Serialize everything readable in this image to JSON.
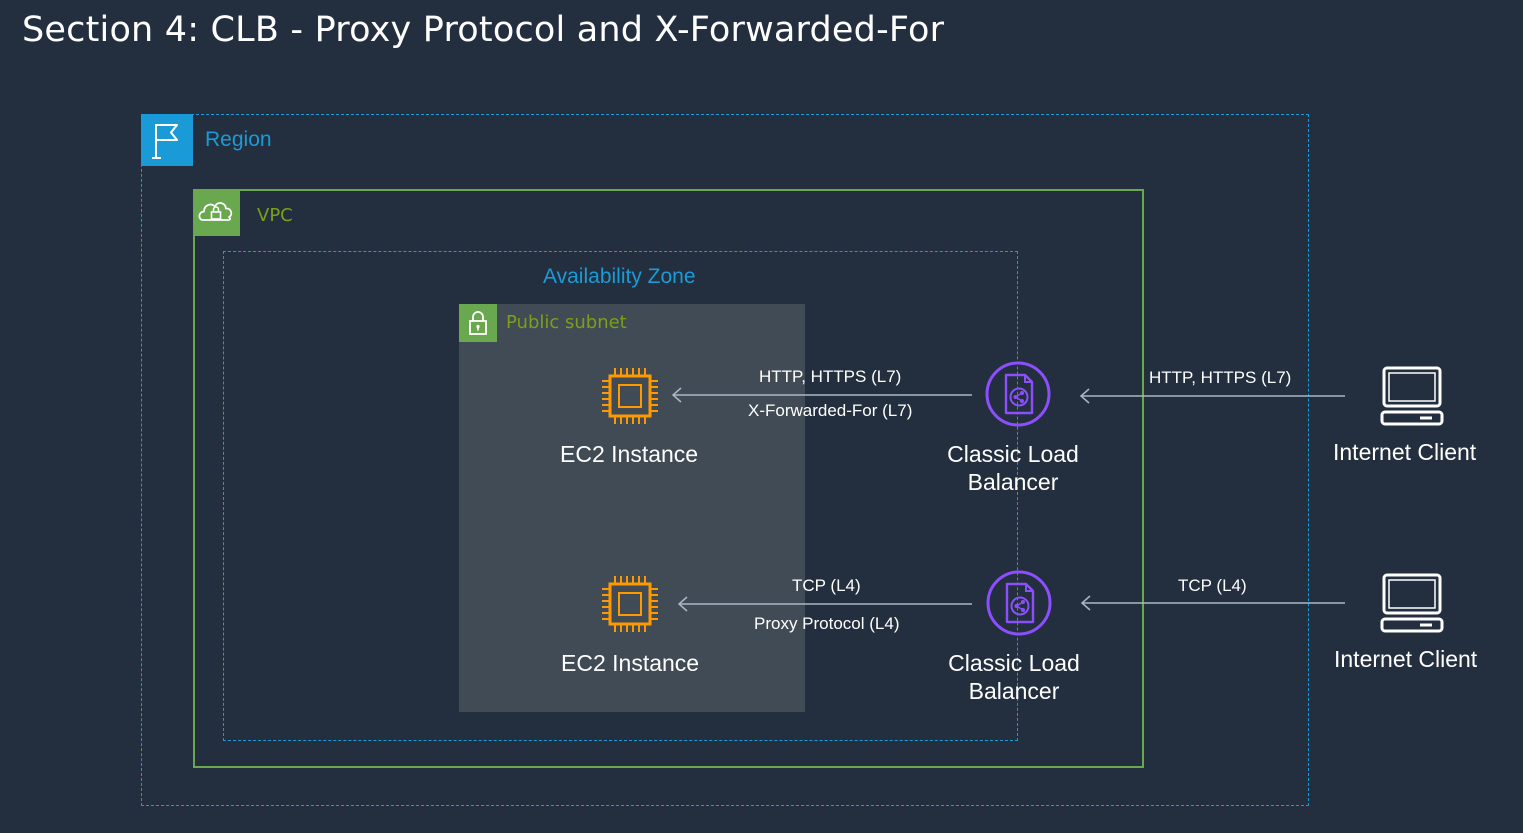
{
  "title": "Section 4: CLB - Proxy Protocol and X-Forwarded-For",
  "containers": {
    "region": "Region",
    "vpc": "VPC",
    "availability_zone": "Availability Zone",
    "public_subnet": "Public subnet"
  },
  "nodes": {
    "ec2_top": "EC2 Instance",
    "ec2_bottom": "EC2 Instance",
    "clb_top": [
      "Classic Load",
      "Balancer"
    ],
    "clb_bottom": [
      "Classic Load",
      "Balancer"
    ],
    "client_top": "Internet Client",
    "client_bottom": "Internet Client"
  },
  "edges": {
    "top_client_to_clb": "HTTP, HTTPS (L7)",
    "top_clb_to_ec2_protocol": "HTTP, HTTPS (L7)",
    "top_clb_to_ec2_header": "X-Forwarded-For (L7)",
    "bottom_client_to_clb": "TCP (L4)",
    "bottom_clb_to_ec2_protocol": "TCP (L4)",
    "bottom_clb_to_ec2_header": "Proxy Protocol (L4)"
  },
  "colors": {
    "background": "#232f3e",
    "region": "#1a9bd7",
    "vpc": "#6aa84f",
    "subnet_fill": "#414b55",
    "ec2": "#ff9900",
    "elb": "#8c4fff",
    "arrow": "#aab7c4"
  },
  "icons": {
    "region": "flag-icon",
    "vpc": "cloud-lock-icon",
    "subnet": "padlock-icon",
    "ec2": "chip-icon",
    "clb": "load-balancer-icon",
    "client": "laptop-icon"
  }
}
